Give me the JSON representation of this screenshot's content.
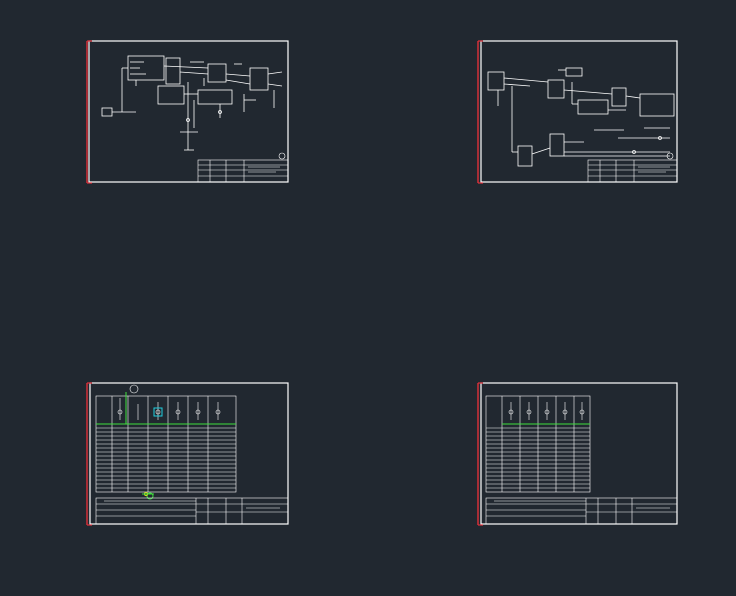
{
  "colors": {
    "background": "#212830",
    "line": "#ffffff",
    "margin_line": "#e0303a",
    "accent_green": "#3ee03e",
    "accent_cyan": "#20d0e0"
  },
  "sheets": [
    {
      "id": "sheet-1",
      "kind": "single-line-diagram"
    },
    {
      "id": "sheet-2",
      "kind": "single-line-diagram"
    },
    {
      "id": "sheet-3",
      "kind": "switchgear-schedule"
    },
    {
      "id": "sheet-4",
      "kind": "switchgear-schedule"
    }
  ]
}
